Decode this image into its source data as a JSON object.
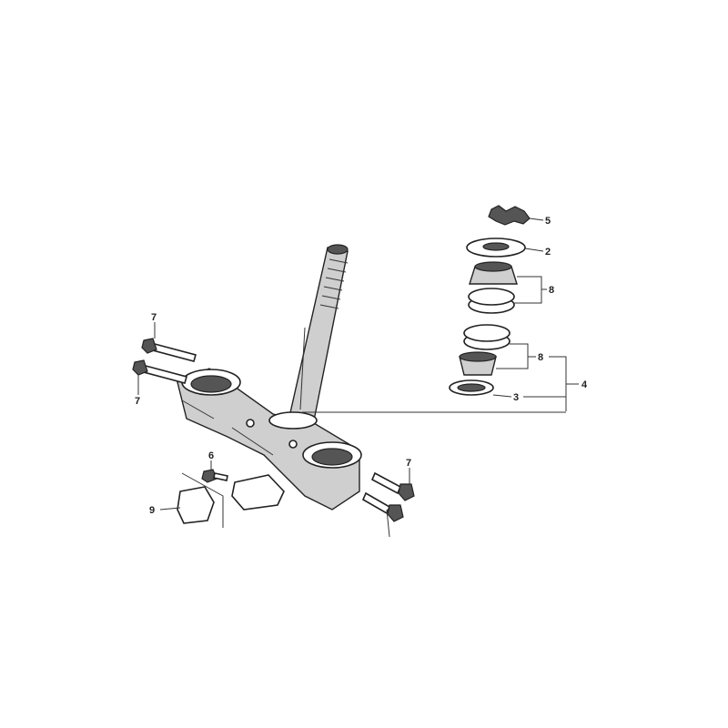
{
  "callouts": {
    "lock_nut": "5",
    "washer": "2",
    "upper_bearing": "8",
    "lower_bearing": "8",
    "bearing_set": "4",
    "dust_seal": "3",
    "bolt_upper_left_a": "7",
    "bolt_upper_left_b": "7",
    "bolt_right": "7",
    "bolt_small": "6",
    "cable_guide": "9"
  }
}
